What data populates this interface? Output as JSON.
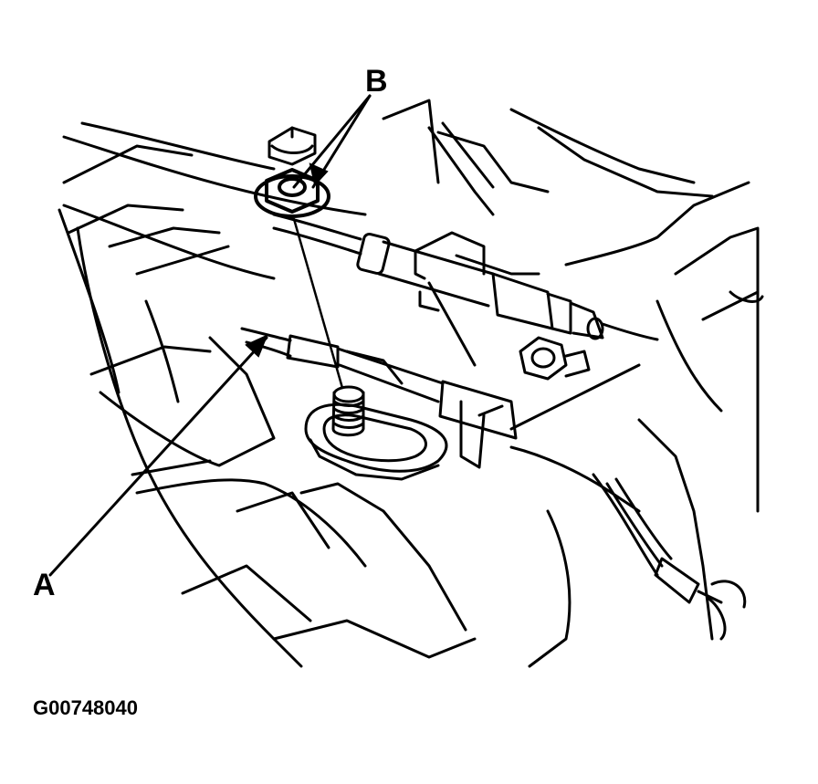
{
  "callouts": {
    "a": "A",
    "b": "B"
  },
  "figure_id": "G00748040",
  "colors": {
    "ink": "#000000",
    "paper": "#ffffff"
  }
}
